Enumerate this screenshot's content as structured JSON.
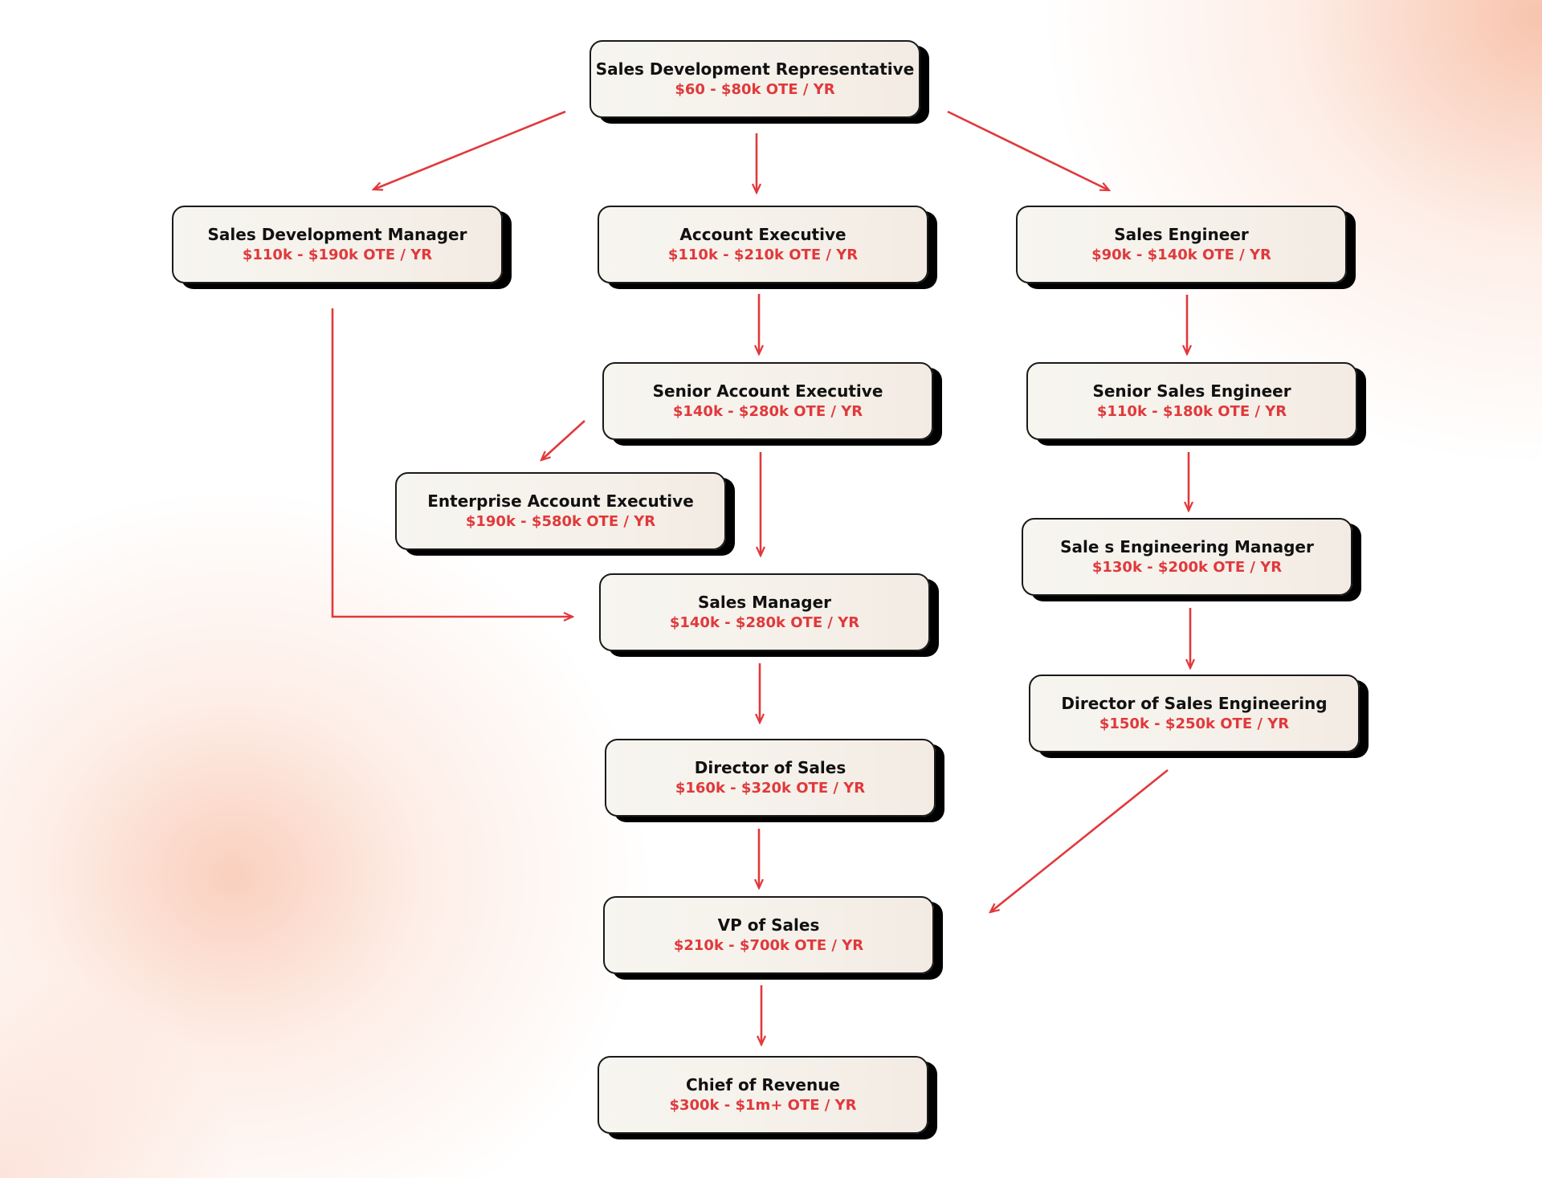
{
  "accent_color": "#e0393c",
  "nodes": {
    "sdr": {
      "title": "Sales Development Representative",
      "salary": "$60 - $80k OTE / YR"
    },
    "sdm": {
      "title": "Sales Development Manager",
      "salary": "$110k - $190k OTE / YR"
    },
    "ae": {
      "title": "Account Executive",
      "salary": "$110k - $210k OTE / YR"
    },
    "se": {
      "title": "Sales Engineer",
      "salary": "$90k - $140k OTE / YR"
    },
    "sae": {
      "title": "Senior Account Executive",
      "salary": "$140k - $280k OTE / YR"
    },
    "sse": {
      "title": "Senior Sales Engineer",
      "salary": "$110k - $180k OTE / YR"
    },
    "eae": {
      "title": "Enterprise Account Executive",
      "salary": "$190k - $580k OTE / YR"
    },
    "sem": {
      "title": "Sale s Engineering Manager",
      "salary": "$130k - $200k OTE / YR"
    },
    "sm": {
      "title": "Sales Manager",
      "salary": "$140k - $280k OTE / YR"
    },
    "dse": {
      "title": "Director of Sales Engineering",
      "salary": "$150k - $250k OTE / YR"
    },
    "dos": {
      "title": "Director of Sales",
      "salary": "$160k - $320k OTE / YR"
    },
    "vp": {
      "title": "VP of Sales",
      "salary": "$210k - $700k OTE / YR"
    },
    "cro": {
      "title": "Chief of Revenue",
      "salary": "$300k - $1m+ OTE / YR"
    }
  },
  "edges": [
    [
      "sdr",
      "sdm"
    ],
    [
      "sdr",
      "ae"
    ],
    [
      "sdr",
      "se"
    ],
    [
      "sdm",
      "sm"
    ],
    [
      "ae",
      "sae"
    ],
    [
      "sae",
      "eae"
    ],
    [
      "sae",
      "sm"
    ],
    [
      "se",
      "sse"
    ],
    [
      "sse",
      "sem"
    ],
    [
      "sem",
      "dse"
    ],
    [
      "sm",
      "dos"
    ],
    [
      "dos",
      "vp"
    ],
    [
      "dse",
      "vp"
    ],
    [
      "vp",
      "cro"
    ]
  ]
}
